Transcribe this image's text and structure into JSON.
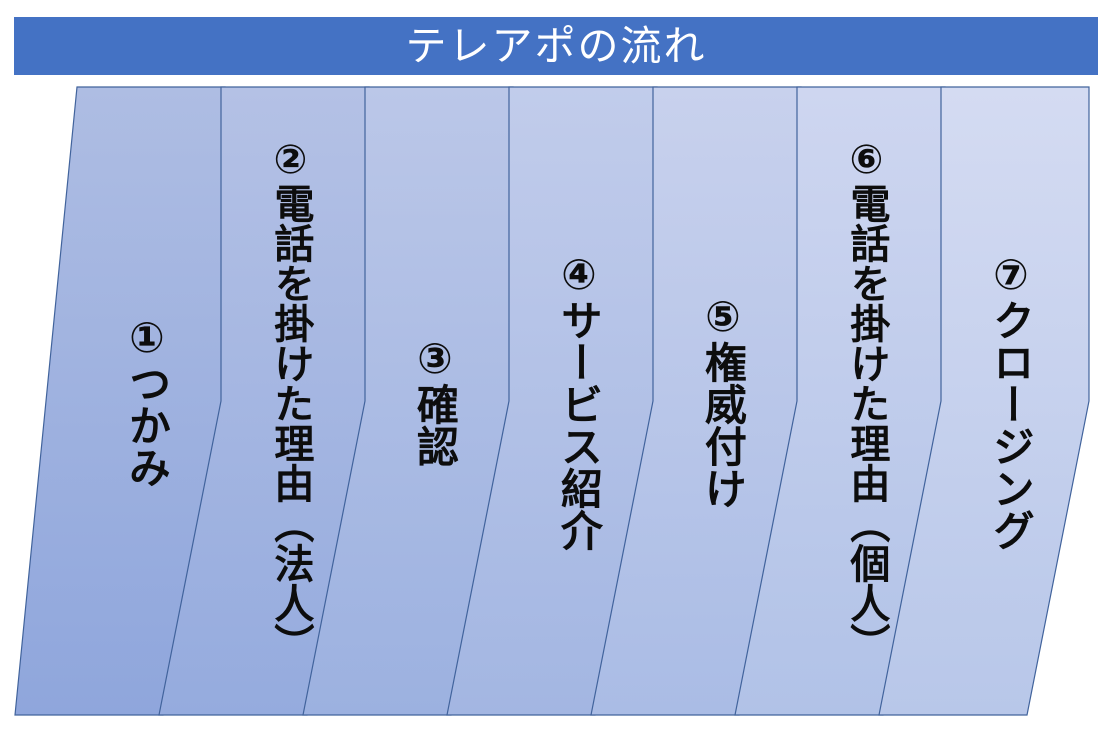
{
  "slide": {
    "title": "テレアポの流れ",
    "background_color": "#ffffff",
    "banner_color": "#4472c4",
    "title_color": "#ffffff",
    "outline_color": "#41639c",
    "text_color": "#0d0d0d"
  },
  "flow": {
    "orientation": "horizontal-left-to-right",
    "text_direction": "vertical",
    "steps": [
      {
        "number": "①",
        "label": "つかみ",
        "full_text": "①つかみ",
        "shape": "pentagon",
        "fill_top": "#aebde3",
        "fill_bottom": "#8fa6dc"
      },
      {
        "number": "②",
        "label": "電話を掛けた理由（法人）",
        "full_text": "②電話を掛けた理由（法人）",
        "shape": "chevron",
        "fill_top": "#b4c1e5",
        "fill_bottom": "#95abde"
      },
      {
        "number": "③",
        "label": "確認",
        "full_text": "③確認",
        "shape": "chevron",
        "fill_top": "#bbc7e8",
        "fill_bottom": "#9cb1e0"
      },
      {
        "number": "④",
        "label": "サービス紹介",
        "full_text": "④サービス紹介",
        "shape": "chevron",
        "fill_top": "#c1cceb",
        "fill_bottom": "#a3b6e2"
      },
      {
        "number": "⑤",
        "label": "権威付け",
        "full_text": "⑤権威付け",
        "shape": "chevron",
        "fill_top": "#c8d1ed",
        "fill_bottom": "#aabce5"
      },
      {
        "number": "⑥",
        "label": "電話を掛けた理由（個人）",
        "full_text": "⑥電話を掛けた理由（個人）",
        "shape": "chevron",
        "fill_top": "#ced6f0",
        "fill_bottom": "#b1c2e7"
      },
      {
        "number": "⑦",
        "label": "クロージング",
        "full_text": "⑦クロージング",
        "shape": "chevron",
        "fill_top": "#d4dbf2",
        "fill_bottom": "#b8c7e9"
      }
    ]
  }
}
